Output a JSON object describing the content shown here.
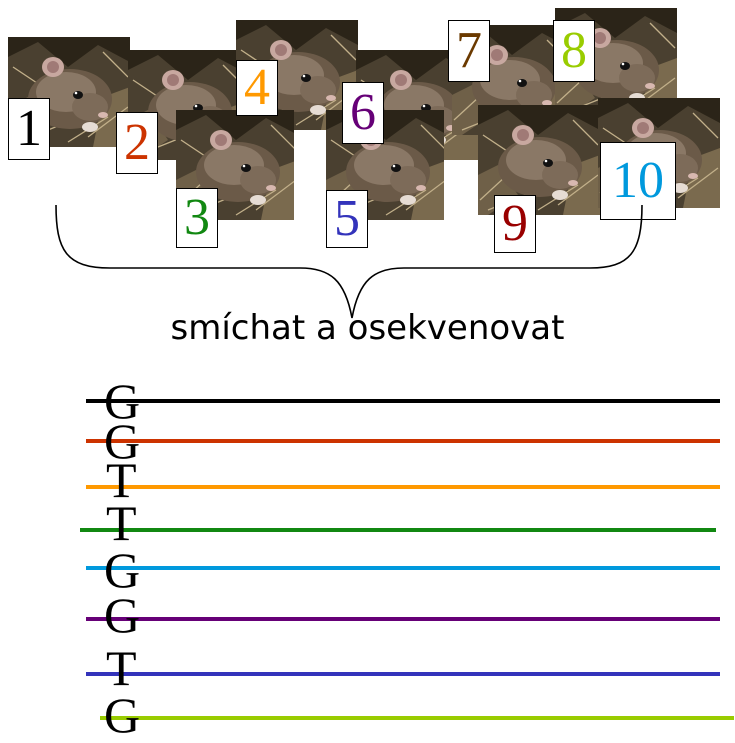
{
  "samples": [
    {
      "number": "1",
      "color": "#000000"
    },
    {
      "number": "2",
      "color": "#cc3300"
    },
    {
      "number": "3",
      "color": "#118811"
    },
    {
      "number": "4",
      "color": "#ff9900"
    },
    {
      "number": "5",
      "color": "#3333bb"
    },
    {
      "number": "6",
      "color": "#660077"
    },
    {
      "number": "7",
      "color": "#6b3a00"
    },
    {
      "number": "8",
      "color": "#99cc00"
    },
    {
      "number": "9",
      "color": "#990000"
    },
    {
      "number": "10",
      "color": "#0099dd"
    }
  ],
  "caption": "smíchat a osekvenovat",
  "reads": [
    {
      "base": "G",
      "color": "#000000"
    },
    {
      "base": "G",
      "color": "#cc3300"
    },
    {
      "base": "T",
      "color": "#ff9900"
    },
    {
      "base": "T",
      "color": "#118811"
    },
    {
      "base": "G",
      "color": "#0099dd"
    },
    {
      "base": "G",
      "color": "#660077"
    },
    {
      "base": "T",
      "color": "#3333bb"
    },
    {
      "base": "G",
      "color": "#99cc00"
    }
  ]
}
